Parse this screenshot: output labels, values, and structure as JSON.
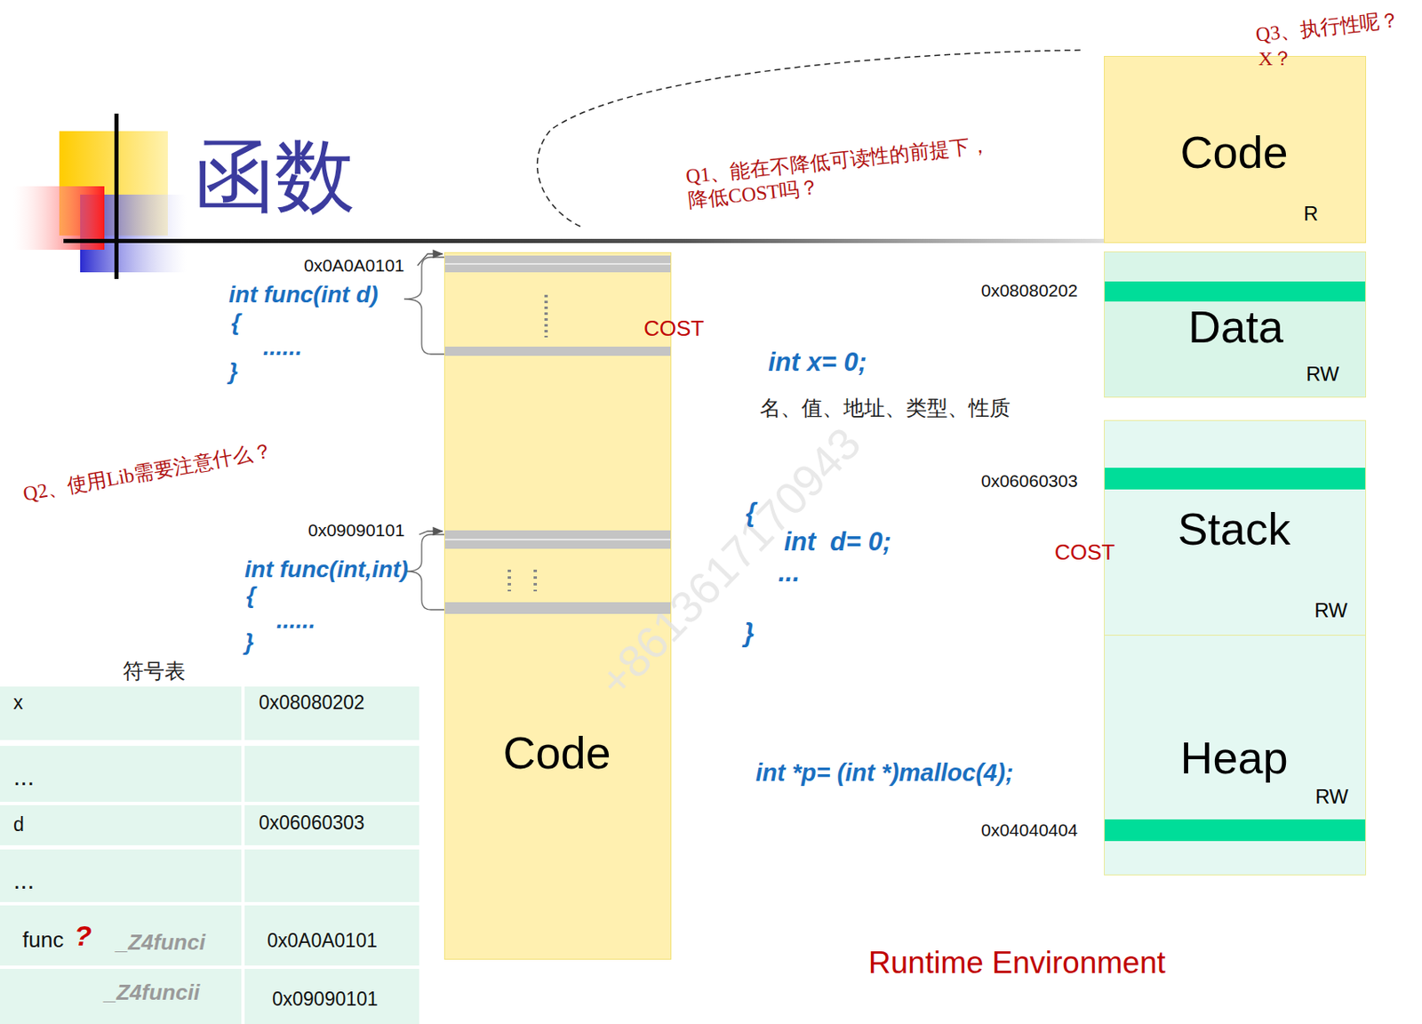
{
  "diagram": {
    "title": "函数",
    "nodes": [
      {
        "text": [
          "Code",
          "R"
        ]
      },
      {
        "text": [
          "Code"
        ]
      },
      {
        "text": [
          "Data",
          "RW"
        ]
      },
      {
        "text": [
          "Stack",
          "RW"
        ]
      },
      {
        "text": [
          "Heap",
          "RW"
        ]
      }
    ],
    "labels": [
      "0x0A0A0101",
      "int func(int d)",
      "{",
      "......",
      "}",
      "COST",
      "Q2、使用Lib需要注意什么？",
      "0x09090101",
      "int func(int,int)",
      "{",
      "......",
      "}",
      "符号表",
      "x",
      "0x08080202",
      "...",
      "d",
      "0x06060303",
      "...",
      "func",
      "?",
      "_Z4funci",
      "0x0A0A0101",
      "_Z4funcii",
      "0x09090101",
      "Q1、能在不降低可读性的前提下， 降低COST吗？",
      "int x= 0;",
      "名、值、地址、类型、性质",
      "{",
      "int  d= 0;",
      "...",
      "}",
      "int *p= (int *)malloc(4);",
      "0x08080202",
      "0x06060303",
      "COST",
      "0x04040404",
      "Runtime Environment",
      "Q3、执行性呢？",
      "X？",
      "+8613617170943"
    ]
  }
}
